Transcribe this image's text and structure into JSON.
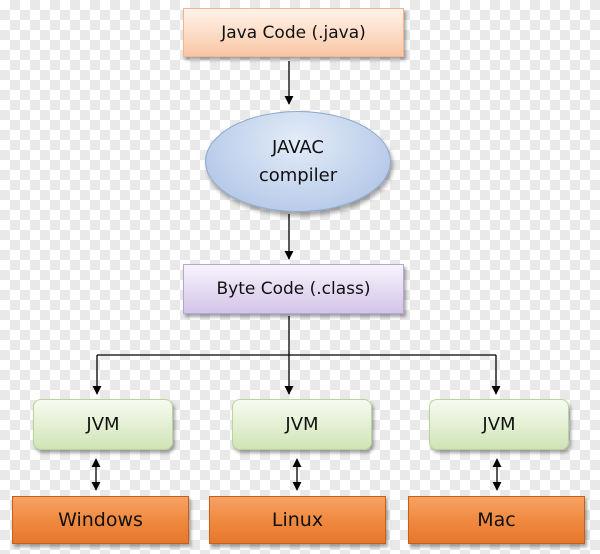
{
  "diagram": {
    "source": {
      "label": "Java Code (.java)"
    },
    "compiler": {
      "line1": "JAVAC",
      "line2": "compiler"
    },
    "bytecode": {
      "label": "Byte Code (.class)"
    },
    "jvms": [
      {
        "label": "JVM"
      },
      {
        "label": "JVM"
      },
      {
        "label": "JVM"
      }
    ],
    "platforms": [
      {
        "label": "Windows"
      },
      {
        "label": "Linux"
      },
      {
        "label": "Mac"
      }
    ]
  },
  "colors": {
    "source_fill": "#fde0cc",
    "compiler_fill": "#c9d8ef",
    "bytecode_fill": "#e7def3",
    "jvm_fill": "#e4f0d4",
    "platform_fill": "#f08a40",
    "connector": "#000000"
  }
}
